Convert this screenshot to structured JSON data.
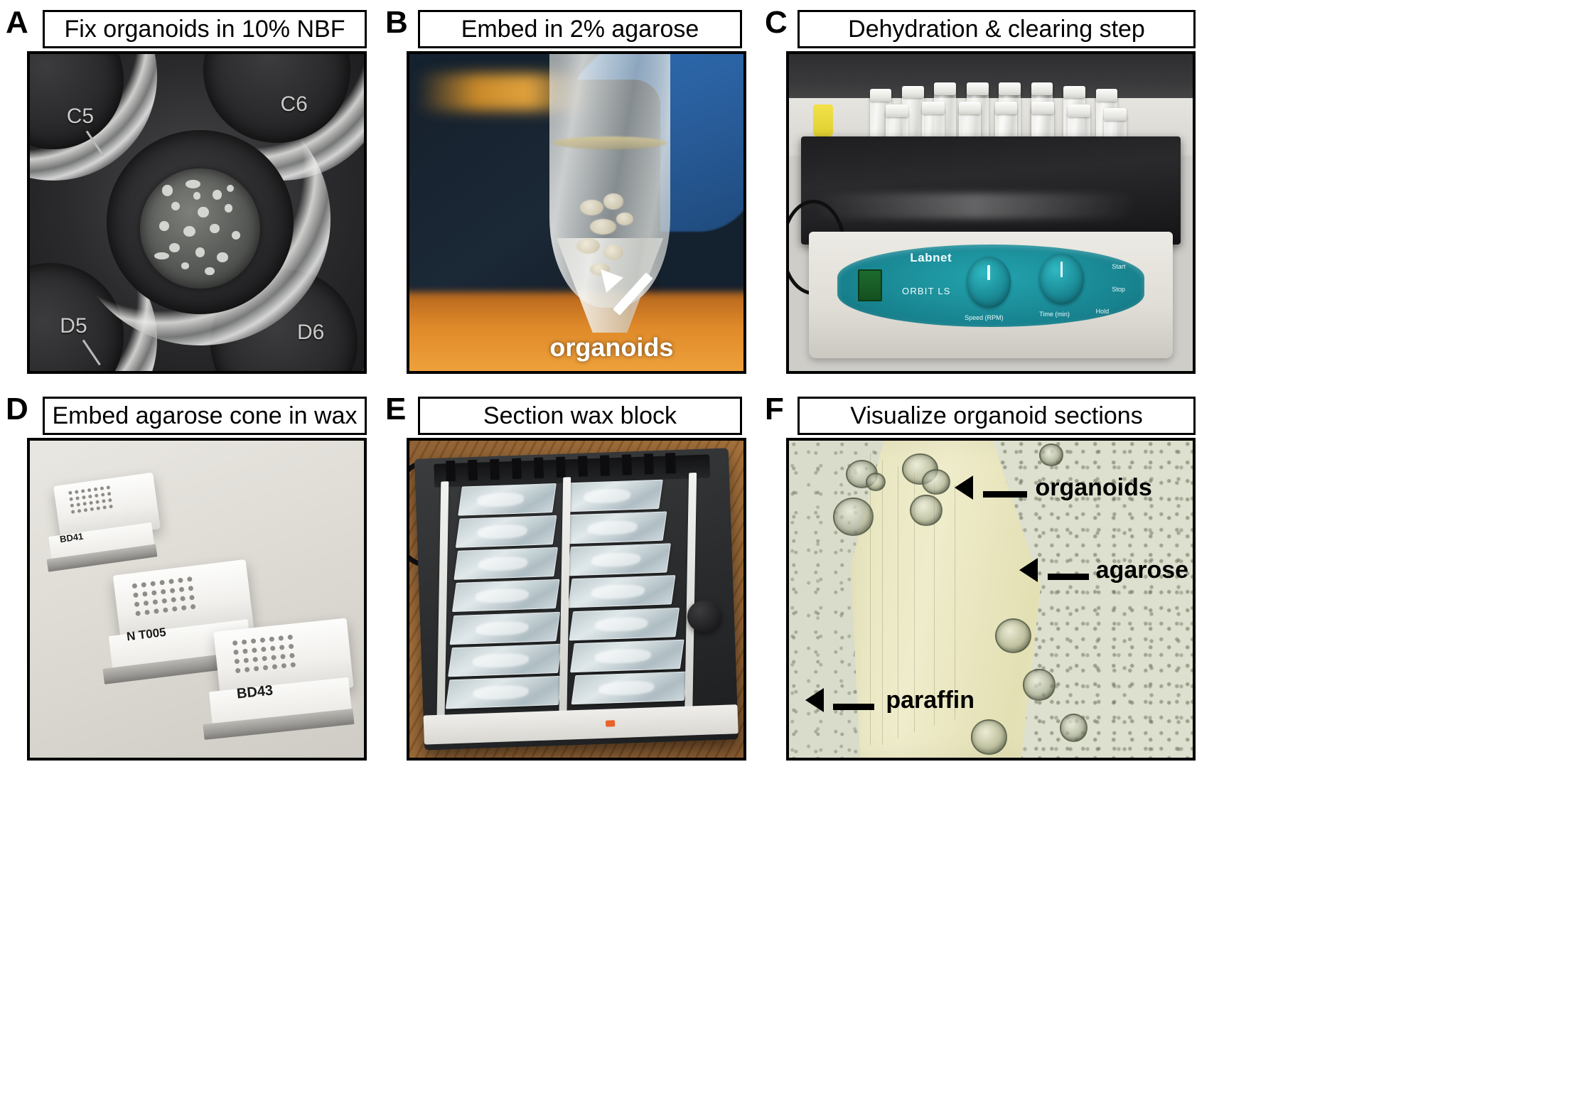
{
  "figure": {
    "type": "multi-panel-protocol-figure",
    "panel_count": 6,
    "layout": "2 rows x 3 columns"
  },
  "panels": [
    {
      "letter": "A",
      "title": "Fix organoids in 10% NBF",
      "image_description": "Close-up of a multi-well culture plate well containing a cluster of fixed white organoids",
      "well_labels": [
        "C5",
        "C6",
        "D5",
        "D6"
      ],
      "annotations": []
    },
    {
      "letter": "B",
      "title": "Embed in 2% agarose",
      "image_description": "Conical tube held against a blue glove containing agarose with organoids settled at the cone tip",
      "annotations": [
        {
          "label": "organoids",
          "arrow": "up-left",
          "color": "#ffffff"
        }
      ]
    },
    {
      "letter": "C",
      "title": "Dehydration & clearing step",
      "image_description": "Array of glass vials on an orbital shaker platform",
      "instrument": {
        "brand": "Labnet",
        "model": "ORBIT LS",
        "control_labels": [
          "Speed (RPM)",
          "Time (min)"
        ],
        "buttons": [
          "Start",
          "Stop",
          "Hold"
        ]
      },
      "annotations": []
    },
    {
      "letter": "D",
      "title": "Embed agarose cone in wax",
      "image_description": "Three white histology embedding cassettes with perforated lids on a lab bench",
      "cassette_writing": [
        "BD41",
        "N T005",
        "BD43"
      ],
      "annotations": []
    },
    {
      "letter": "E",
      "title": "Section wax block",
      "image_description": "Slide warmer holding two rows of glass microscope slides with floated paraffin sections",
      "annotations": []
    },
    {
      "letter": "F",
      "title": "Visualize organoid sections",
      "image_description": "Brightfield microscope view of a paraffin section showing organoids embedded at the agarose-paraffin interface",
      "annotations": [
        {
          "label": "organoids",
          "arrow": "left",
          "color": "#000000"
        },
        {
          "label": "agarose",
          "arrow": "left",
          "color": "#000000"
        },
        {
          "label": "paraffin",
          "arrow": "left",
          "color": "#000000"
        }
      ]
    }
  ],
  "colors": {
    "background": "#ffffff",
    "border": "#000000",
    "title_text": "#000000",
    "panel_letter": "#000000",
    "annotation_white": "#ffffff",
    "annotation_black": "#000000"
  }
}
